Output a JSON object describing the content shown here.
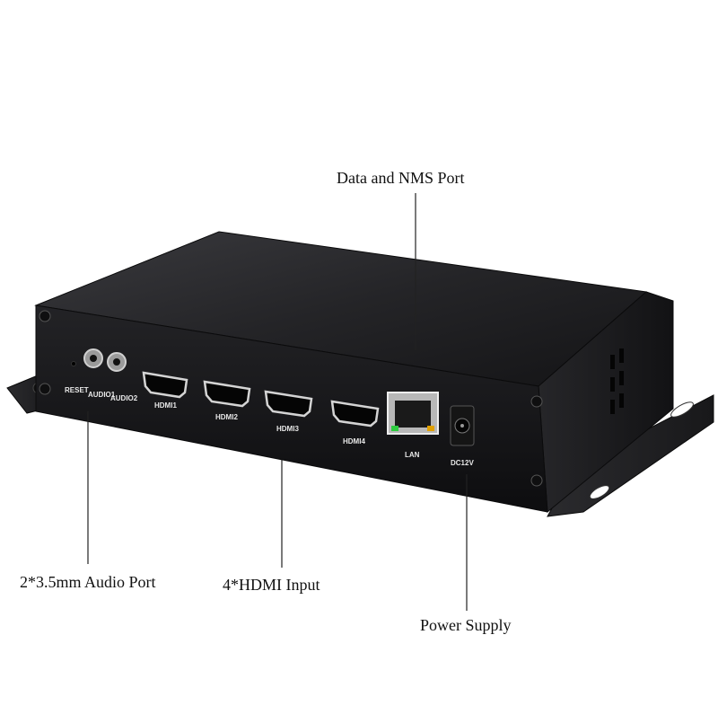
{
  "callouts": {
    "data_nms": "Data and NMS Port",
    "audio": "2*3.5mm Audio Port",
    "hdmi": "4*HDMI Input",
    "power": "Power Supply"
  },
  "panel_labels": {
    "reset": "RESET",
    "audio1": "AUDIO1",
    "audio2": "AUDIO2",
    "hdmi1": "HDMI1",
    "hdmi2": "HDMI2",
    "hdmi3": "HDMI3",
    "hdmi4": "HDMI4",
    "lan": "LAN",
    "dc": "DC12V"
  },
  "colors": {
    "background": "#ffffff",
    "device_body": "#1b1b1d",
    "top_surface": "#2a2a2d",
    "label_text": "#e8e8e8",
    "lan_led_green": "#2ecc40",
    "lan_led_amber": "#e0a000"
  }
}
